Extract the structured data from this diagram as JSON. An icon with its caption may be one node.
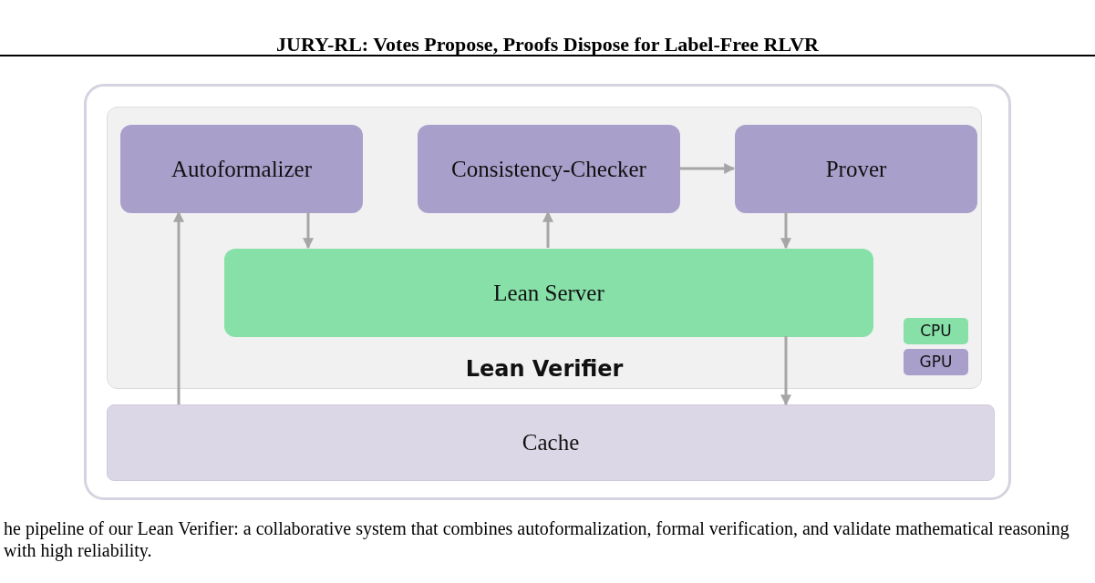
{
  "diagram": {
    "title": "JURY-RL: Votes Propose, Proofs Dispose for Label-Free RLVR",
    "caption": "he pipeline of our Lean Verifier: a collaborative system that combines autoformalization, formal verification, and validate mathematical reasoning with high reliability.",
    "nodes": [
      {
        "text": [
          "Lean Verifier"
        ]
      },
      {
        "text": [
          "Autoformalizer"
        ],
        "in": 0
      },
      {
        "text": [
          "Consistency-Checker"
        ],
        "in": 0
      },
      {
        "text": [
          "Prover"
        ],
        "in": 0
      },
      {
        "text": [
          "Lean Server"
        ],
        "in": 0
      },
      {
        "text": [
          "Cache"
        ]
      }
    ],
    "edges": [
      {
        "from": 5,
        "to": 1,
        "arrow": "to"
      },
      {
        "from": 1,
        "to": 4,
        "arrow": "to"
      },
      {
        "from": 4,
        "to": 2,
        "arrow": "to"
      },
      {
        "from": 2,
        "to": 3,
        "arrow": "to"
      },
      {
        "from": 3,
        "to": 4,
        "arrow": "to"
      },
      {
        "from": 4,
        "to": 5,
        "arrow": "to"
      }
    ],
    "legend": [
      {
        "text": "CPU",
        "color": "#86e0a8"
      },
      {
        "text": "GPU",
        "color": "#a99fcb"
      }
    ]
  }
}
